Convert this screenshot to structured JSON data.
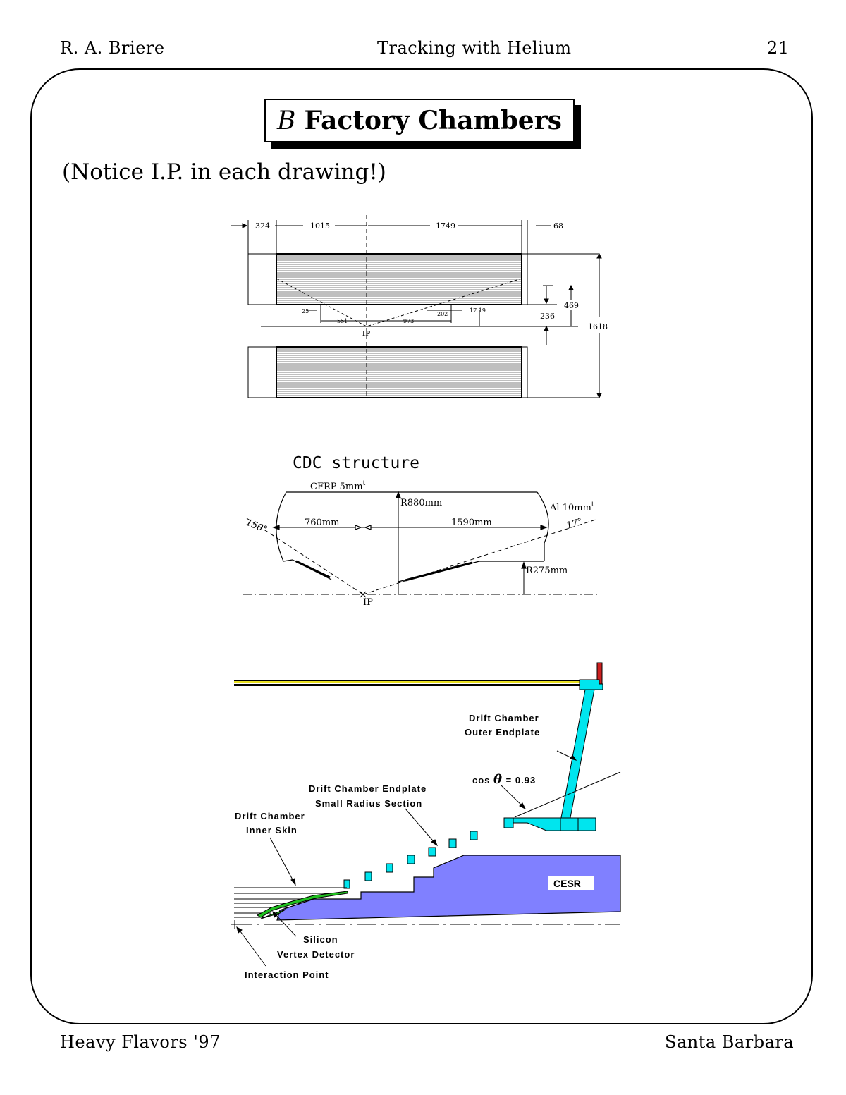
{
  "header": {
    "author": "R. A. Briere",
    "title": "Tracking with Helium",
    "page": "21"
  },
  "footer": {
    "left": "Heavy Flavors '97",
    "right": "Santa Barbara"
  },
  "slide": {
    "title_symbol": "B",
    "title_text": "Factory Chambers",
    "subtitle": "(Notice I.P. in each drawing!)"
  },
  "drawing1": {
    "dims_top": [
      "324",
      "1015",
      "1749",
      "68"
    ],
    "dims_right": [
      "469",
      "236",
      "1618"
    ],
    "dims_bottom": [
      "25",
      "551",
      "973",
      "202",
      "17.19"
    ],
    "ip": "IP"
  },
  "drawing2": {
    "title": "CDC structure",
    "cfrp": "CFRP 5mm",
    "cfrp_sup": "t",
    "r_outer": "R880mm",
    "al": "Al 10mm",
    "al_sup": "t",
    "len_left": "760mm",
    "len_right": "1590mm",
    "angle_left": "150°",
    "angle_right": "17°",
    "r_inner": "R275mm",
    "ip": "IP"
  },
  "drawing3": {
    "outer_endplate": [
      "Drift Chamber",
      "Outer Endplate"
    ],
    "cos_label": "cos",
    "theta": "θ",
    "cos_value": "= 0.93",
    "small_radius": [
      "Drift Chamber Endplate",
      "Small Radius Section"
    ],
    "inner_skin": [
      "Drift Chamber",
      "Inner Skin"
    ],
    "cesr": "CESR",
    "silicon": [
      "Silicon",
      "Vertex Detector"
    ],
    "interaction_point": "Interaction Point"
  },
  "colors": {
    "cyan": "#00e5ee",
    "cesr_blue": "#8080ff",
    "yellow": "#e8e020",
    "red": "#cc2020",
    "green": "#20c020"
  }
}
